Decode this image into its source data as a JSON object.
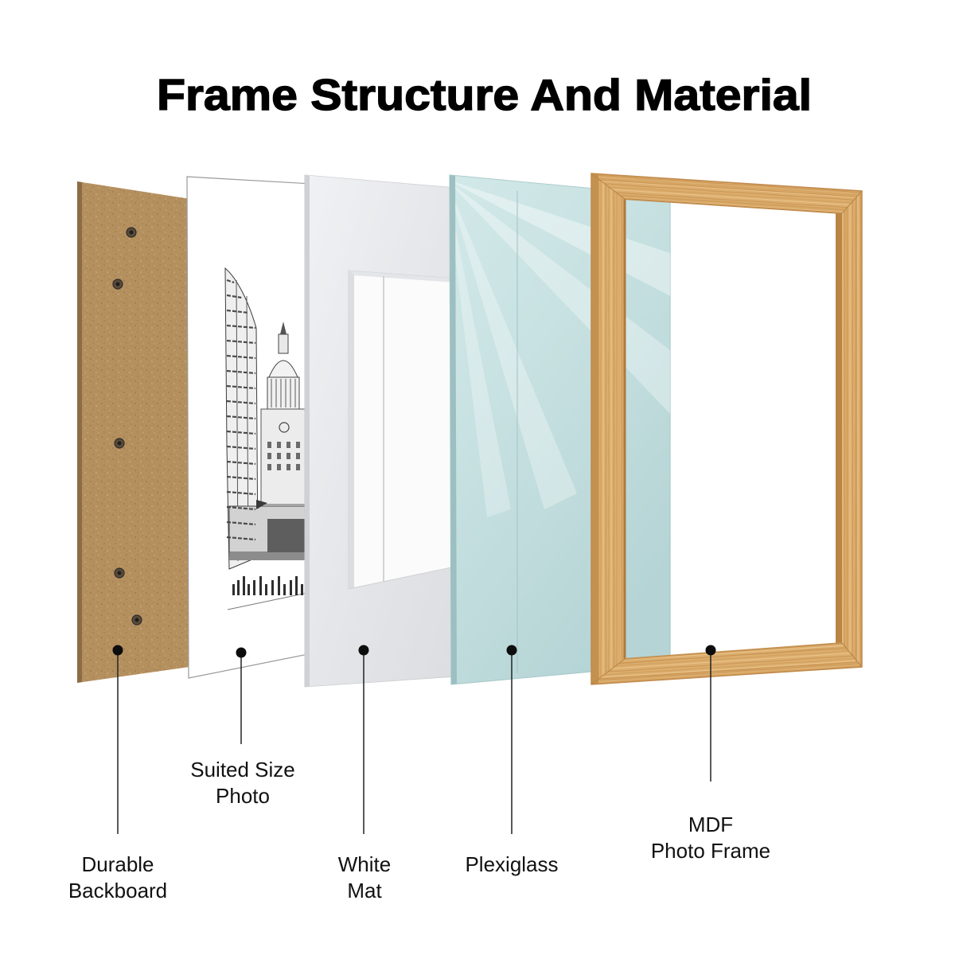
{
  "title": "Frame Structure And Material",
  "colors": {
    "backboard": "#b5905f",
    "photo": "#ffffff",
    "mat": "#e6e7ea",
    "plexiglass": "#c3dfe0",
    "frame_wood": "#dcae6e"
  },
  "labels": {
    "backboard": {
      "line1": "Durable",
      "line2": "Backboard"
    },
    "photo": {
      "line1": "Suited Size",
      "line2": "Photo"
    },
    "mat": {
      "line1": "White",
      "line2": "Mat"
    },
    "plexiglass": {
      "line1": "Plexiglass"
    },
    "frame": {
      "line1": "MDF",
      "line2": "Photo Frame"
    }
  }
}
